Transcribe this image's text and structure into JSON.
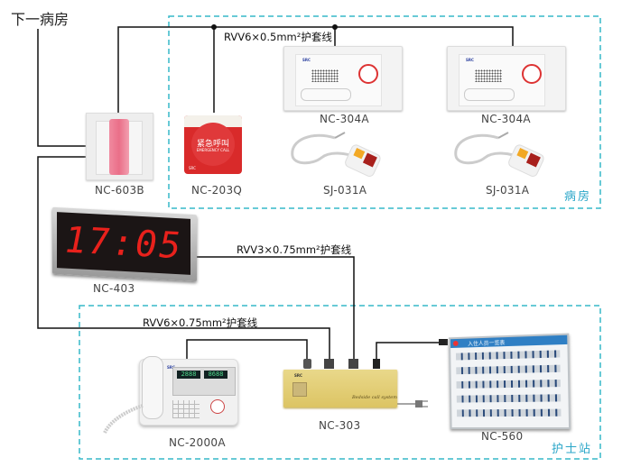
{
  "diagram": {
    "next_room_label": "下一病房",
    "zones": [
      {
        "id": "ward",
        "label": "病房",
        "border_color": "#37b8c8"
      },
      {
        "id": "nurse_station",
        "label": "护士站",
        "border_color": "#37b8c8"
      }
    ],
    "cables": [
      {
        "label": "RVV6×0.5mm²护套线"
      },
      {
        "label": "RVV3×0.75mm²护套线"
      },
      {
        "label": "RVV6×0.75mm²护套线"
      }
    ],
    "devices": {
      "nc603b": {
        "model": "NC-603B",
        "type": "corridor-light"
      },
      "nc203q": {
        "model": "NC-203Q",
        "type": "emergency-call-button",
        "text_cn": "紧急呼叫",
        "text_en": "EMERGENCY CALL",
        "brand": "SRC"
      },
      "nc304a_1": {
        "model": "NC-304A",
        "type": "bedside-extension",
        "brand": "SRC"
      },
      "nc304a_2": {
        "model": "NC-304A",
        "type": "bedside-extension",
        "brand": "SRC"
      },
      "sj031a_1": {
        "model": "SJ-031A",
        "type": "call-handle"
      },
      "sj031a_2": {
        "model": "SJ-031A",
        "type": "call-handle"
      },
      "nc403": {
        "model": "NC-403",
        "type": "led-clock",
        "display": "17:05"
      },
      "nc2000a": {
        "model": "NC-2000A",
        "type": "master-station-phone",
        "display_left": "2888",
        "display_right": "8688",
        "brand": "SRC"
      },
      "nc303": {
        "model": "NC-303",
        "type": "power-controller",
        "brand": "SRC",
        "caption": "Bedside call system"
      },
      "nc560": {
        "model": "NC-560",
        "type": "display-board",
        "header": "入住人员一览表"
      }
    },
    "colors": {
      "wire": "#111111",
      "zone_border": "#37b8c8",
      "zone_text": "#2aa6c8",
      "clock_digits": "#e8211c",
      "emergency_red": "#d92a2a",
      "controller_gold": "#e2cd72",
      "board_header": "#2f7fc4"
    }
  }
}
